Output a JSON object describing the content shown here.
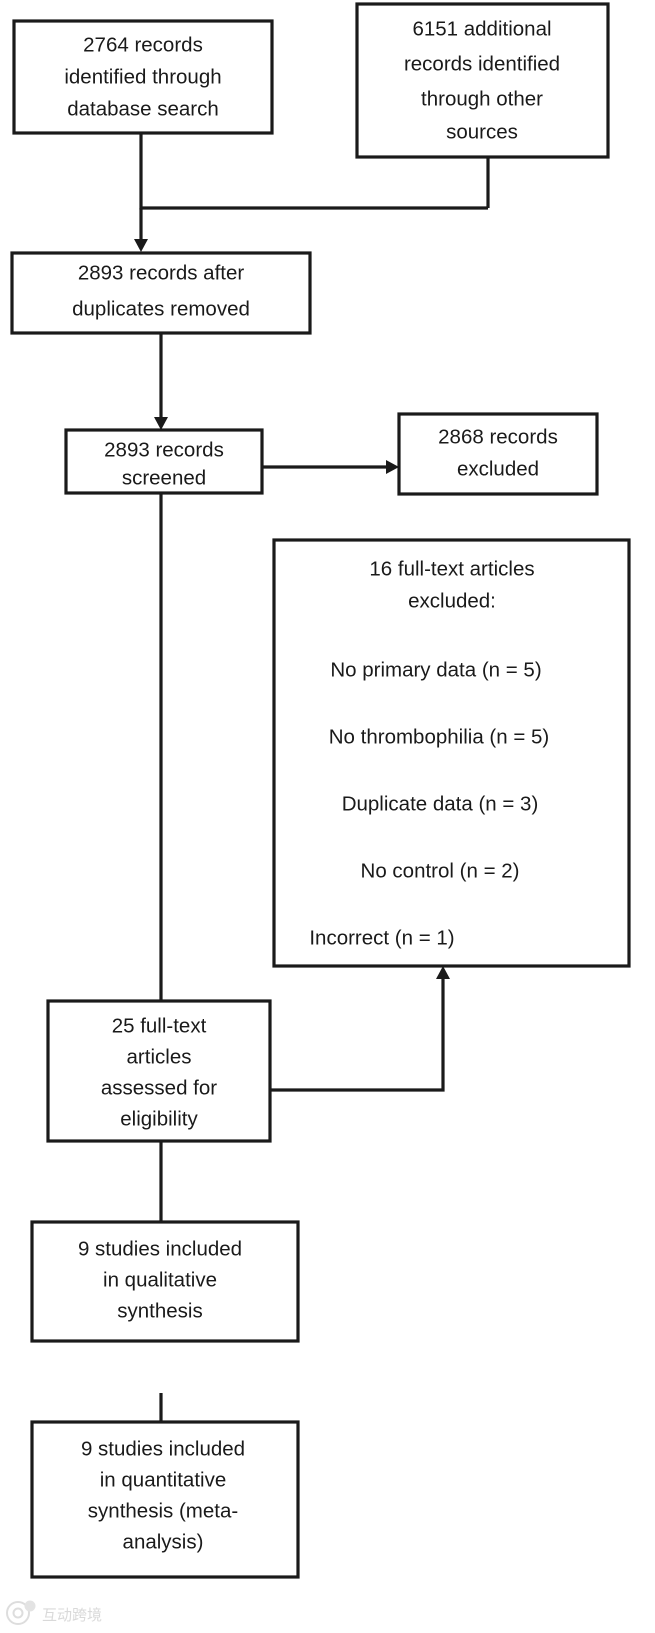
{
  "diagram": {
    "type": "prisma-flow-diagram",
    "title": "PRISMA study selection flow diagram",
    "line_color": "#1a1a1a",
    "box_fill": "#ffffff",
    "nodes": [
      {
        "id": "identified-database",
        "name": "records-identified-database-box",
        "lines": [
          "2764 records",
          "identified through",
          "database search"
        ],
        "count": 2764
      },
      {
        "id": "identified-other",
        "name": "records-identified-other-sources-box",
        "lines": [
          "6151 additional",
          "records identified",
          "through other",
          "sources"
        ],
        "count": 6151
      },
      {
        "id": "duplicates-removed",
        "name": "records-after-duplicates-removed-box",
        "lines": [
          "2893 records after",
          "duplicates removed"
        ],
        "count": 2893
      },
      {
        "id": "screened",
        "name": "records-screened-box",
        "lines": [
          "2893 records",
          "screened"
        ],
        "count": 2893
      },
      {
        "id": "excluded",
        "name": "records-excluded-box",
        "lines": [
          "2868 records",
          "excluded"
        ],
        "count": 2868
      },
      {
        "id": "fulltext-excluded",
        "name": "full-text-articles-excluded-box",
        "lines": [
          "16 full-text articles",
          "excluded:",
          "No primary data (n = 5)",
          "No thrombophilia (n = 5)",
          "Duplicate data (n = 3)",
          "No control (n = 2)",
          "Incorrect (n = 1)"
        ],
        "count": 16,
        "reasons": [
          {
            "label": "No primary data",
            "n": 5
          },
          {
            "label": "No thrombophilia",
            "n": 5
          },
          {
            "label": "Duplicate data",
            "n": 3
          },
          {
            "label": "No control",
            "n": 2
          },
          {
            "label": "Incorrect",
            "n": 1
          }
        ]
      },
      {
        "id": "fulltext-assessed",
        "name": "full-text-articles-assessed-box",
        "lines": [
          "25 full-text",
          "articles",
          "assessed for",
          "eligibility"
        ],
        "count": 25
      },
      {
        "id": "qualitative",
        "name": "studies-included-qualitative-box",
        "lines": [
          "9 studies included",
          "in qualitative",
          "synthesis"
        ],
        "count": 9
      },
      {
        "id": "quantitative",
        "name": "studies-included-quantitative-box",
        "lines": [
          "9 studies included",
          "in quantitative",
          "synthesis (meta-",
          "analysis)"
        ],
        "count": 9
      }
    ]
  },
  "watermark": {
    "text": "互动跨境",
    "badge": "CC"
  }
}
